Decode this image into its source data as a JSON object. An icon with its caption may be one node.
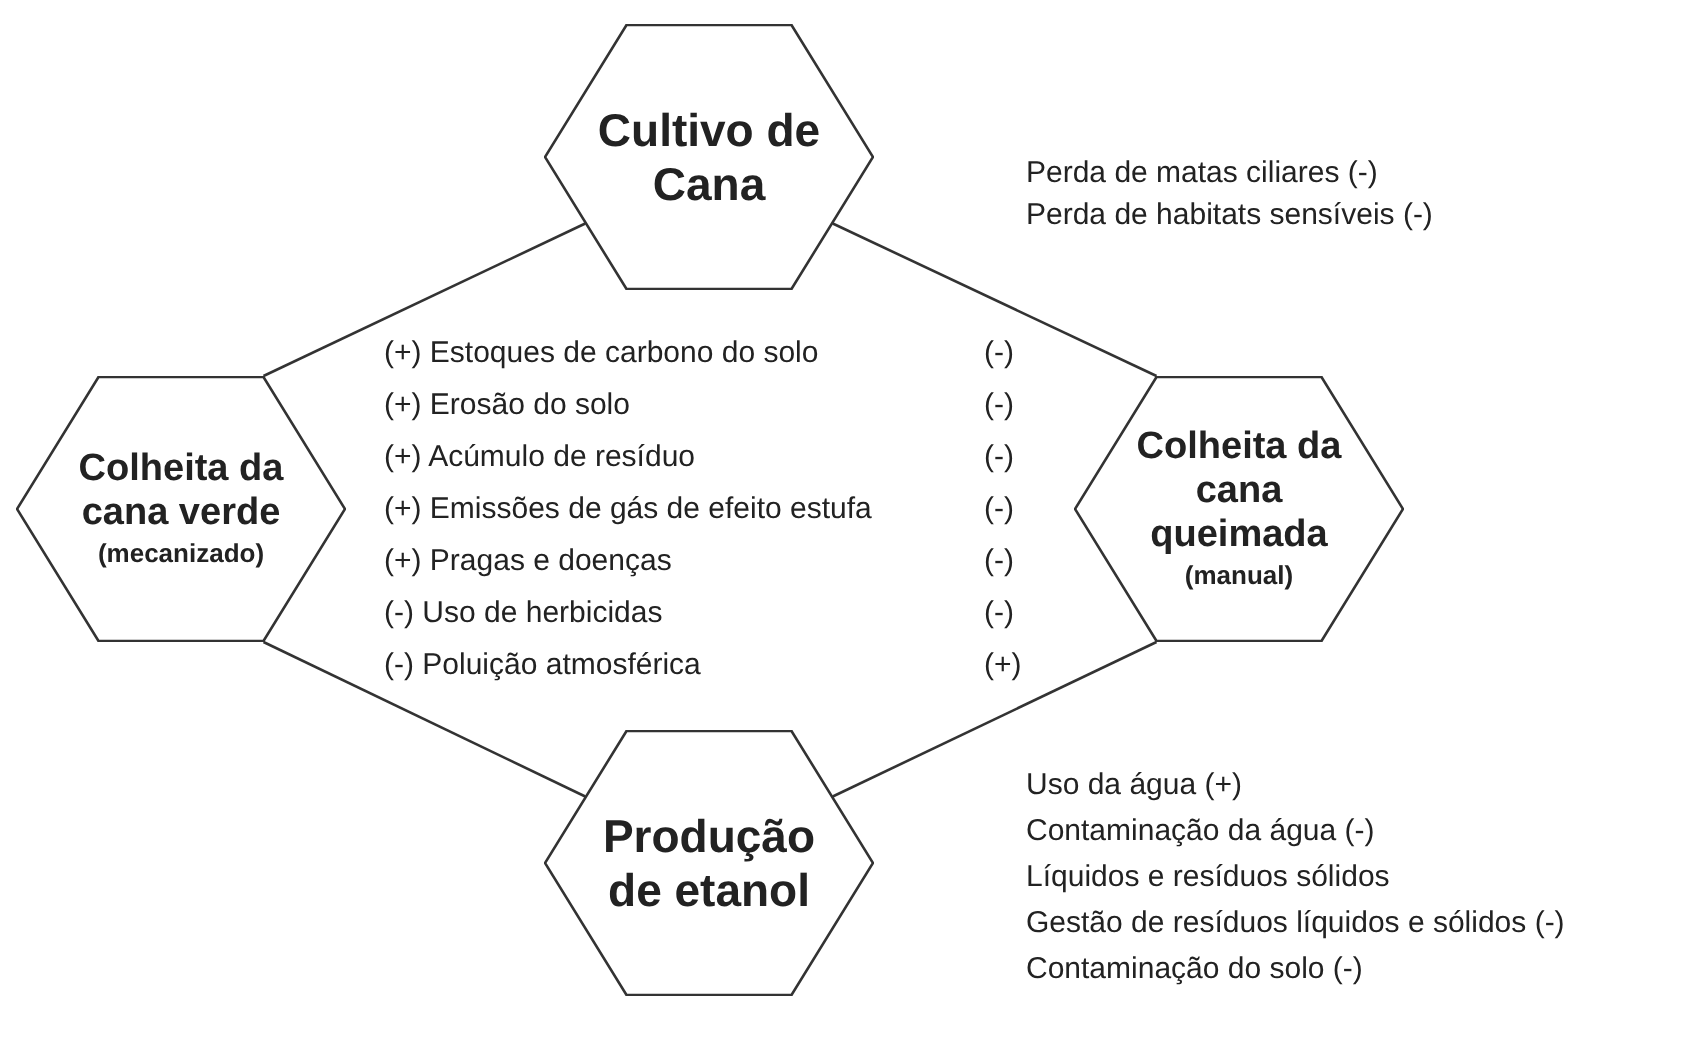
{
  "diagram": {
    "nodes": [
      {
        "text": [
          "Cultivo de Cana"
        ],
        "beside": [
          "Perda de matas ciliares (-)",
          "Perda de habitats sensíveis (-)"
        ]
      },
      {
        "text": [
          "Colheita da cana verde",
          "(mecanizado)"
        ]
      },
      {
        "text": [
          "Colheita da cana queimada",
          "(manual)"
        ]
      },
      {
        "text": [
          "Produção de etanol"
        ],
        "beside": [
          "Uso da água (+)",
          "Contaminação da água (-)",
          "Líquidos e resíduos sólidos",
          "Gestão de resíduos líquidos e sólidos (-)",
          "Contaminação do solo (-)"
        ]
      }
    ],
    "edges": [
      {
        "from": 0,
        "to": 1,
        "arrow": "none"
      },
      {
        "from": 0,
        "to": 2,
        "arrow": "none"
      },
      {
        "from": 1,
        "to": 3,
        "arrow": "none"
      },
      {
        "from": 2,
        "to": 3,
        "arrow": "none"
      }
    ],
    "labels": [
      "(+) Estoques de carbono do solo",
      "(-)",
      "(+) Erosão do solo",
      "(-)",
      "(+) Acúmulo de resíduo",
      "(-)",
      "(+) Emissões de gás de efeito estufa",
      "(-)",
      "(+) Pragas e doenças",
      "(-)",
      "(-) Uso de herbicidas",
      "(-)",
      "(-) Poluição atmosférica",
      "(+)"
    ]
  }
}
